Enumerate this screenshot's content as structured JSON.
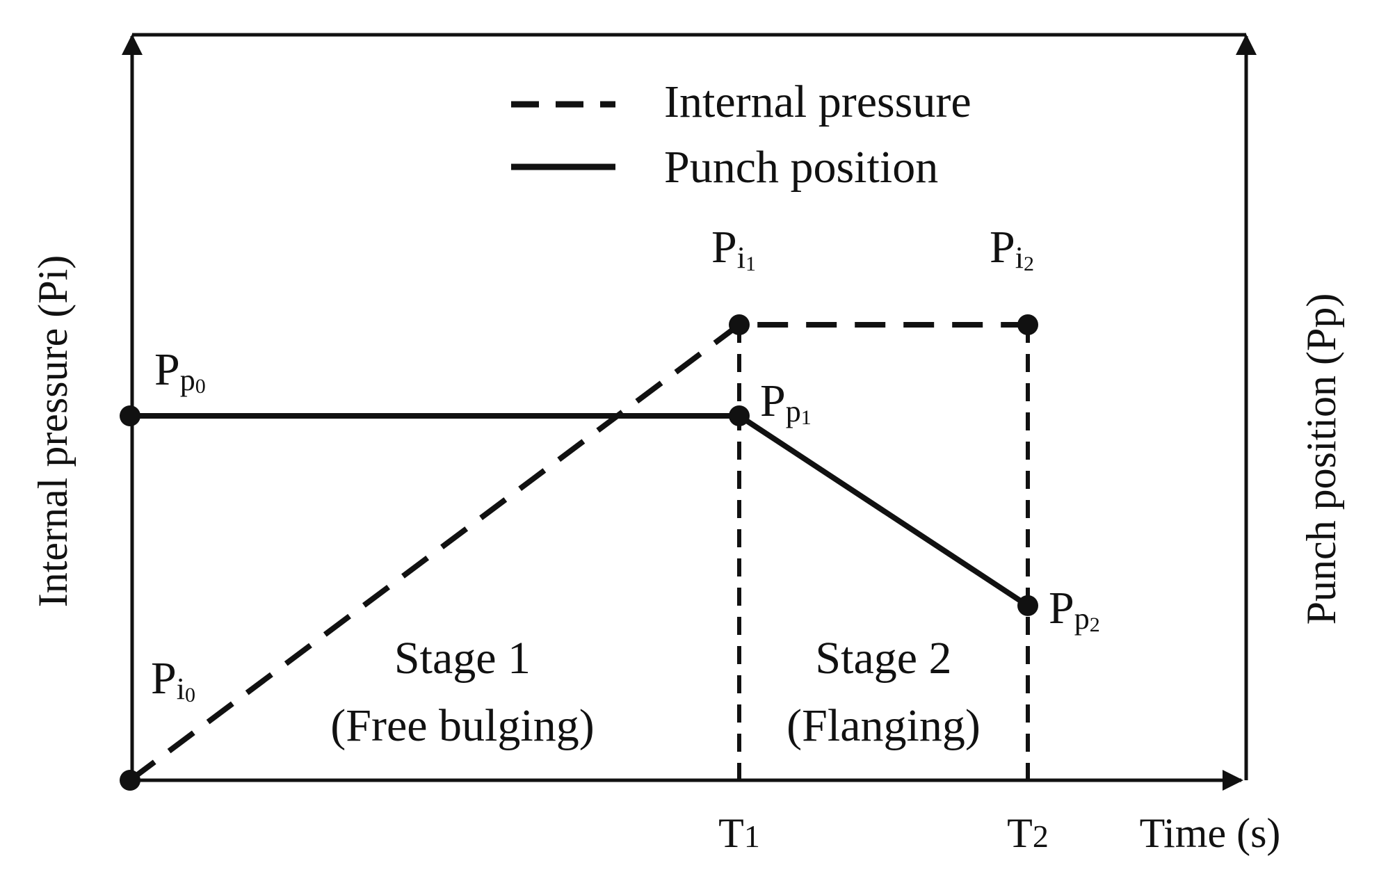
{
  "chart_data": {
    "type": "line",
    "title": "",
    "xlabel": "Time (s)",
    "ylabel_left": "Internal pressure (Pi)",
    "ylabel_right": "Punch position (Pp)",
    "x_ticks": [
      {
        "label": "T1",
        "main": "T",
        "sub": "1",
        "x": 1
      },
      {
        "label": "T2",
        "main": "T",
        "sub": "2",
        "x": 2
      }
    ],
    "series": [
      {
        "name": "Internal pressure",
        "style": "dashed",
        "points": [
          {
            "x": 0,
            "y": 0.0,
            "label": "Pi0",
            "main": "P",
            "sub": "i",
            "subsub": "0"
          },
          {
            "x": 1,
            "y": 0.6,
            "label": "Pi1",
            "main": "P",
            "sub": "i",
            "subsub": "1"
          },
          {
            "x": 2,
            "y": 0.6,
            "label": "Pi2",
            "main": "P",
            "sub": "i",
            "subsub": "2"
          }
        ]
      },
      {
        "name": "Punch position",
        "style": "solid",
        "points": [
          {
            "x": 0,
            "y": 0.48,
            "label": "Pp0",
            "main": "P",
            "sub": "p",
            "subsub": "0"
          },
          {
            "x": 1,
            "y": 0.48,
            "label": "Pp1",
            "main": "P",
            "sub": "p",
            "subsub": "1"
          },
          {
            "x": 2,
            "y": 0.23,
            "label": "Pp2",
            "main": "P",
            "sub": "p",
            "subsub": "2"
          }
        ]
      }
    ],
    "stages": [
      {
        "name": "Stage 1",
        "description": "(Free bulging)",
        "from_x": 0,
        "to_x": 1
      },
      {
        "name": "Stage 2",
        "description": "(Flanging)",
        "from_x": 1,
        "to_x": 2
      }
    ],
    "legend_position": "top-right",
    "grid": false
  }
}
